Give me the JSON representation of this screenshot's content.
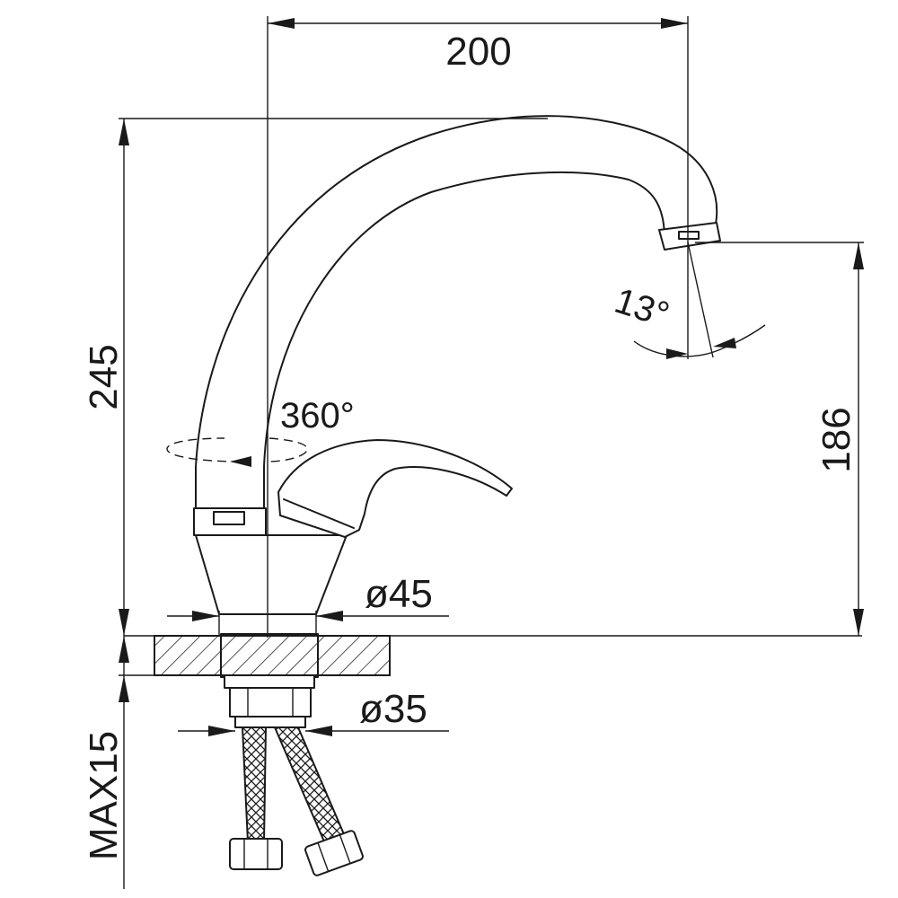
{
  "dimensions": {
    "spout_reach": "200",
    "total_height": "245",
    "spout_height": "186",
    "base_diameter": "ø45",
    "shank_diameter": "ø35",
    "max_mount_thickness": "MAX15"
  },
  "angles": {
    "swivel_rotation": "360°",
    "aerator_tilt": "13°"
  }
}
